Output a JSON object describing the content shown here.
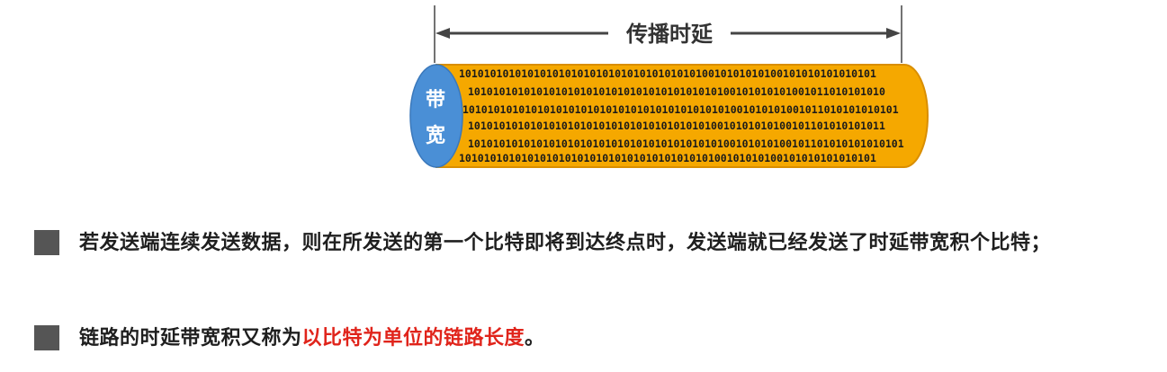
{
  "diagram": {
    "propagation_label": "传播时延",
    "bandwidth_label_line1": "带",
    "bandwidth_label_line2": "宽",
    "bit_rows": [
      "1010101010101010101010101010101010101010010101010100101010101010101",
      "1010101010101010101010101010101010101010100101010101001011010101010",
      "1010101010101010101010101010101010101010101001010101001011010101010101",
      "1010101010101010101010101010101010101010010101010100101101010101011",
      "1010101010101010101010101010101010101010100101010100101101010101010101",
      "1010101010101010101010101010101010101010100101010100101010101010101"
    ],
    "colors": {
      "tube": "#f5a800",
      "tube_border": "#d98e00",
      "end_cap": "#4a8fd6",
      "arrow": "#444444"
    }
  },
  "bullets": [
    {
      "text": "若发送端连续发送数据，则在所发送的第一个比特即将到达终点时，发送端就已经发送了时延带宽积个比特；"
    },
    {
      "text_normal": "链路的时延带宽积又称为",
      "text_highlight": "以比特为单位的链路长度",
      "text_end": "。",
      "highlight_color": "#e0241b"
    }
  ]
}
